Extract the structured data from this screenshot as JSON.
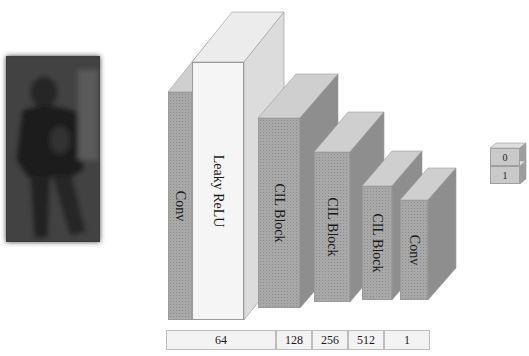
{
  "diagram": {
    "nodes": [
      {
        "text": [
          "Conv"
        ]
      },
      {
        "text": [
          "Leaky ReLU"
        ]
      },
      {
        "text": [
          "CIL Block"
        ]
      },
      {
        "text": [
          "CIL Block"
        ]
      },
      {
        "text": [
          "CIL Block"
        ]
      },
      {
        "text": [
          "Conv"
        ]
      },
      {
        "text": [
          "0"
        ]
      },
      {
        "text": [
          "1"
        ]
      }
    ],
    "labels": [
      "64",
      "128",
      "256",
      "512",
      "1"
    ]
  }
}
